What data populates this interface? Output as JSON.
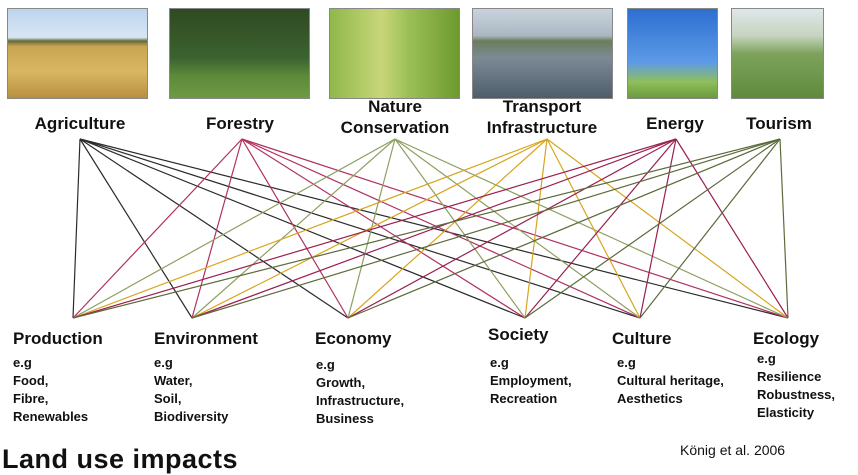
{
  "sectors": [
    {
      "label": [
        "Agriculture"
      ],
      "color": "#2b2b2b"
    },
    {
      "label": [
        "Forestry"
      ],
      "color": "#b03060"
    },
    {
      "label": [
        "Nature",
        "Conservation"
      ],
      "color": "#8da060"
    },
    {
      "label": [
        "Transport",
        "Infrastructure"
      ],
      "color": "#d7a51e"
    },
    {
      "label": [
        "Energy"
      ],
      "color": "#9a1f50"
    },
    {
      "label": [
        "Tourism"
      ],
      "color": "#5c6b3c"
    }
  ],
  "impacts": [
    {
      "title": "Production",
      "lines": [
        "e.g",
        "Food,",
        "Fibre,",
        "Renewables"
      ]
    },
    {
      "title": "Environment",
      "lines": [
        "e.g",
        "Water,",
        "Soil,",
        "Biodiversity"
      ]
    },
    {
      "title": "Economy",
      "lines": [
        "e.g",
        "Growth,",
        "Infrastructure,",
        "Business"
      ]
    },
    {
      "title": "Society",
      "lines": [
        "e.g",
        "Employment,",
        "Recreation"
      ]
    },
    {
      "title": "Culture",
      "lines": [
        "e.g",
        "Cultural heritage,",
        "Aesthetics"
      ]
    },
    {
      "title": "Ecology",
      "lines": [
        "e.g",
        "Resilience",
        "Robustness,",
        "Elasticity"
      ]
    }
  ],
  "caption": "Land use impacts",
  "source": "König et al. 2006"
}
